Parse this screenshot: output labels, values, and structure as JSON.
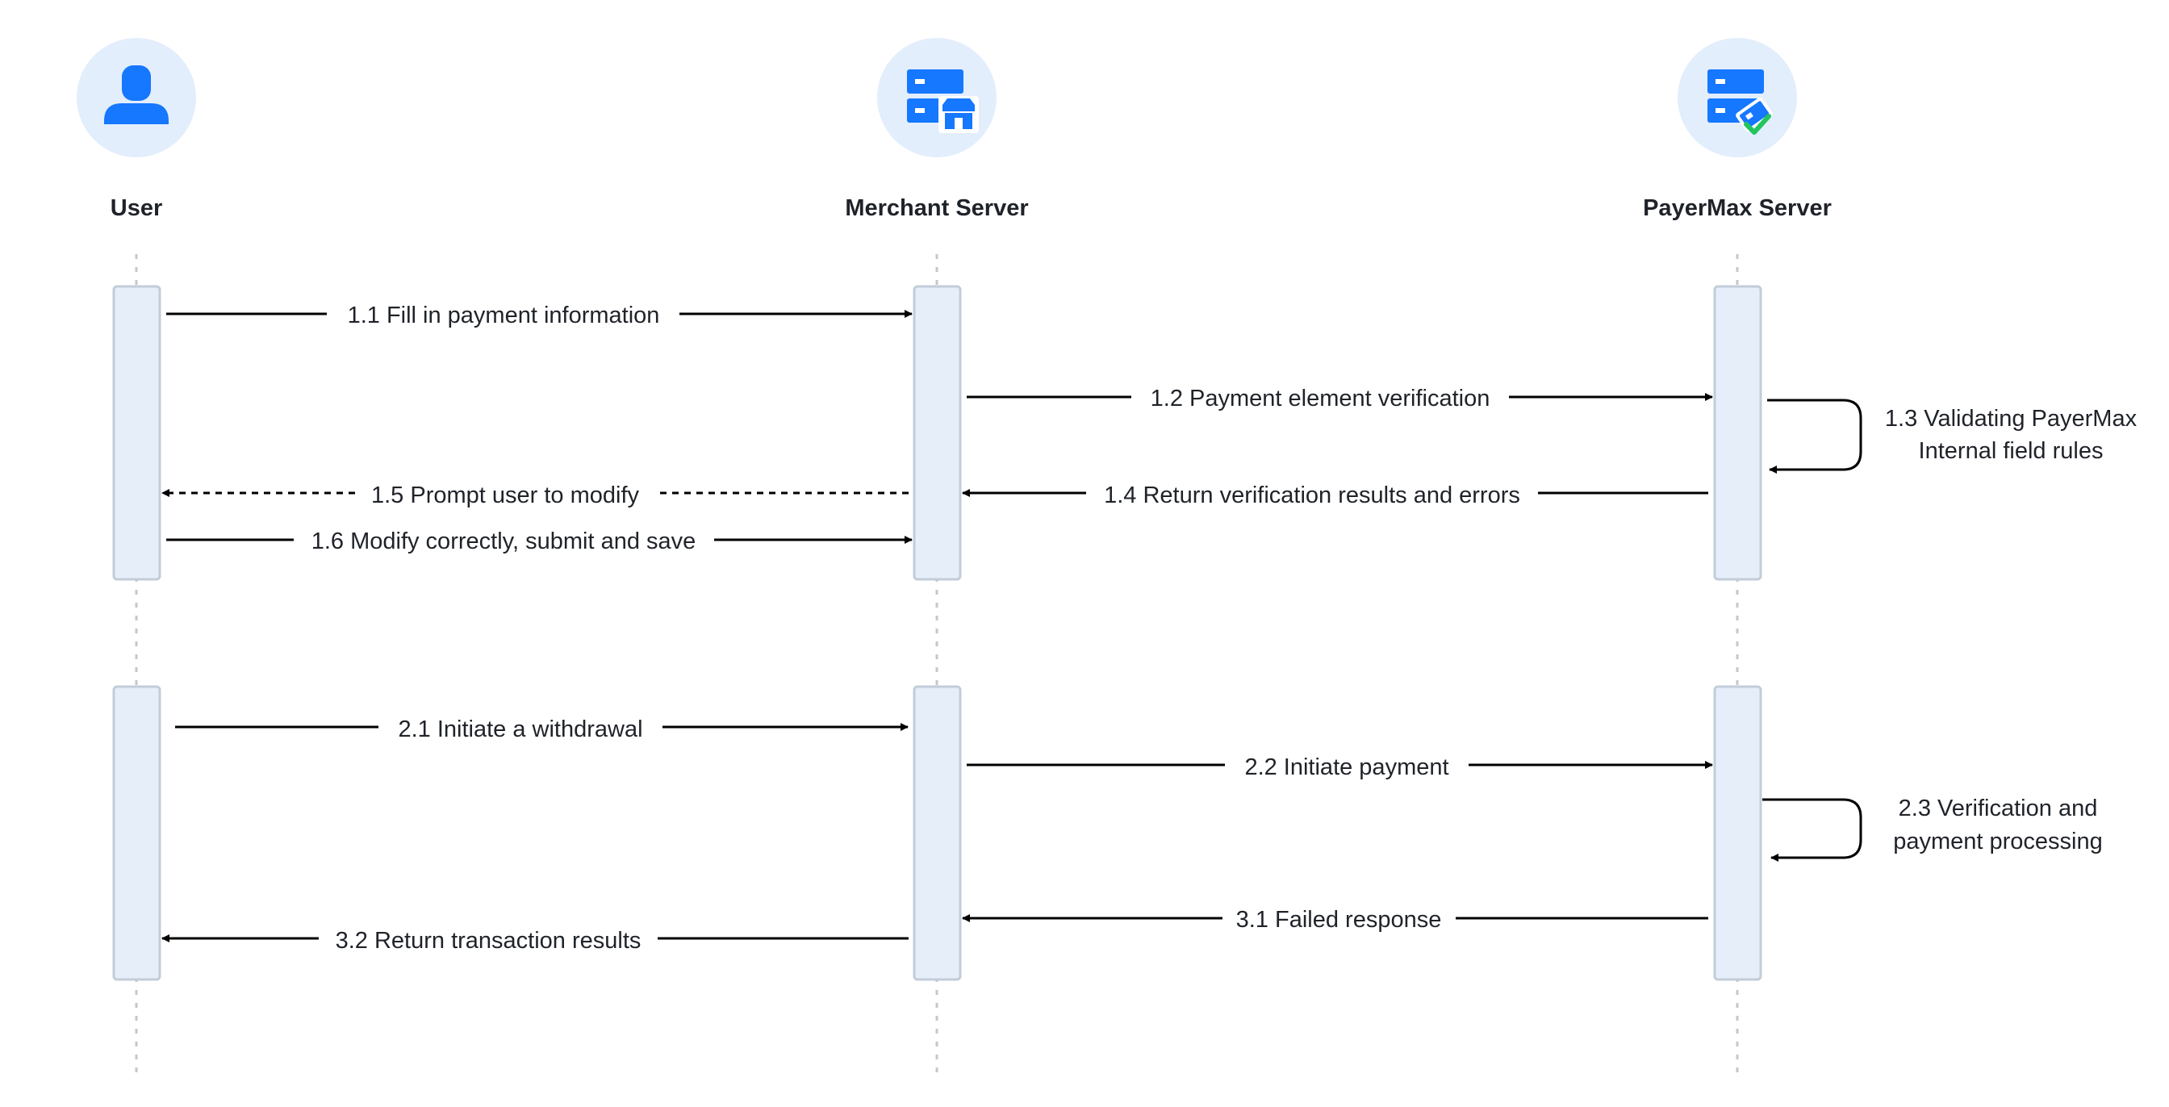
{
  "actors": [
    {
      "id": "user",
      "label": "User",
      "icon": "user-icon"
    },
    {
      "id": "merchant",
      "label": "Merchant Server",
      "icon": "merchant-server-icon"
    },
    {
      "id": "payermax",
      "label": "PayerMax Server",
      "icon": "payermax-server-icon"
    }
  ],
  "messages": [
    {
      "id": "m1_1",
      "label": "1.1 Fill in payment information"
    },
    {
      "id": "m1_2",
      "label": "1.2 Payment element verification"
    },
    {
      "id": "m1_3",
      "label_lines": [
        "1.3 Validating PayerMax",
        "Internal field rules"
      ]
    },
    {
      "id": "m1_4",
      "label": "1.4 Return verification results and errors"
    },
    {
      "id": "m1_5",
      "label": "1.5 Prompt user to modify"
    },
    {
      "id": "m1_6",
      "label": "1.6 Modify correctly, submit and save"
    },
    {
      "id": "m2_1",
      "label": "2.1 Initiate a withdrawal"
    },
    {
      "id": "m2_2",
      "label": "2.2 Initiate payment"
    },
    {
      "id": "m2_3",
      "label_lines": [
        "2.3 Verification and",
        "payment processing"
      ]
    },
    {
      "id": "m3_1",
      "label": "3.1 Failed response"
    },
    {
      "id": "m3_2",
      "label": "3.2 Return transaction results"
    }
  ],
  "colors": {
    "icon": "#1677ff",
    "icon_bg": "#e3eefc",
    "activation": "#e6eefa",
    "check": "#22c55e"
  }
}
